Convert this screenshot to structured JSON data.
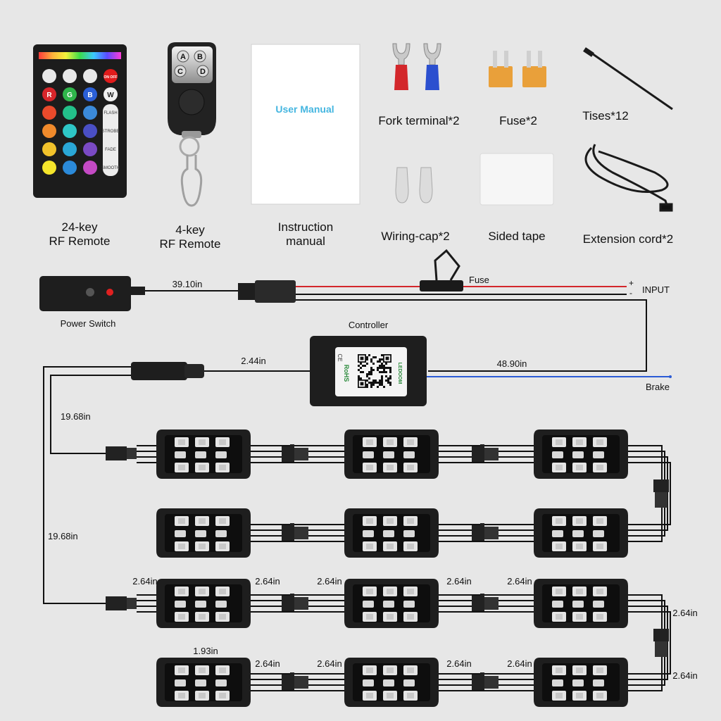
{
  "products": {
    "remote24_label1": "24-key",
    "remote24_label2": "RF Remote",
    "remote4_label1": "4-key",
    "remote4_label2": "RF Remote",
    "manual_cover": "User Manual",
    "manual_label1": "Instruction",
    "manual_label2": "manual",
    "fork_label": "Fork terminal*2",
    "fuse_label": "Fuse*2",
    "ties_label": "Tises*12",
    "wiringcap_label": "Wiring-cap*2",
    "tape_label": "Sided tape",
    "extension_label": "Extension cord*2"
  },
  "remote24": {
    "top_row": [
      "ON OFF"
    ],
    "side_buttons": [
      "FLASH",
      "STROBE",
      "FADE",
      "SMOOTH"
    ],
    "color_letters": [
      "R",
      "G",
      "B",
      "W"
    ]
  },
  "remote4": {
    "keys": [
      "A",
      "B",
      "C",
      "D"
    ]
  },
  "wiring": {
    "power_switch": "Power Switch",
    "len_switch": "39.10in",
    "fuse": "Fuse",
    "plus": "+",
    "minus": "-",
    "input": "INPUT",
    "controller": "Controller",
    "len_controller_in": "2.44in",
    "len_brake": "48.90in",
    "brake": "Brake",
    "len_run1": "19.68in",
    "len_run2": "19.68in",
    "controller_label_brand": "LEDOOM",
    "controller_label_rohs": "RoHS",
    "controller_label_ce": "CE"
  },
  "spacing": {
    "a": "2.64in",
    "b": "2.64in",
    "c": "2.64in",
    "d": "2.64in",
    "e": "2.64in",
    "f": "2.64in",
    "g": "2.64in",
    "h": "2.64in",
    "i": "2.64in",
    "j": "2.64in",
    "k": "2.64in",
    "pod_width": "1.93in"
  },
  "colors": {
    "background": "#e7e7e7",
    "wire_red": "#d3272b",
    "wire_blue": "#2b5bd6",
    "wire_black": "#111111",
    "fuse_orange": "#e9a03a"
  }
}
